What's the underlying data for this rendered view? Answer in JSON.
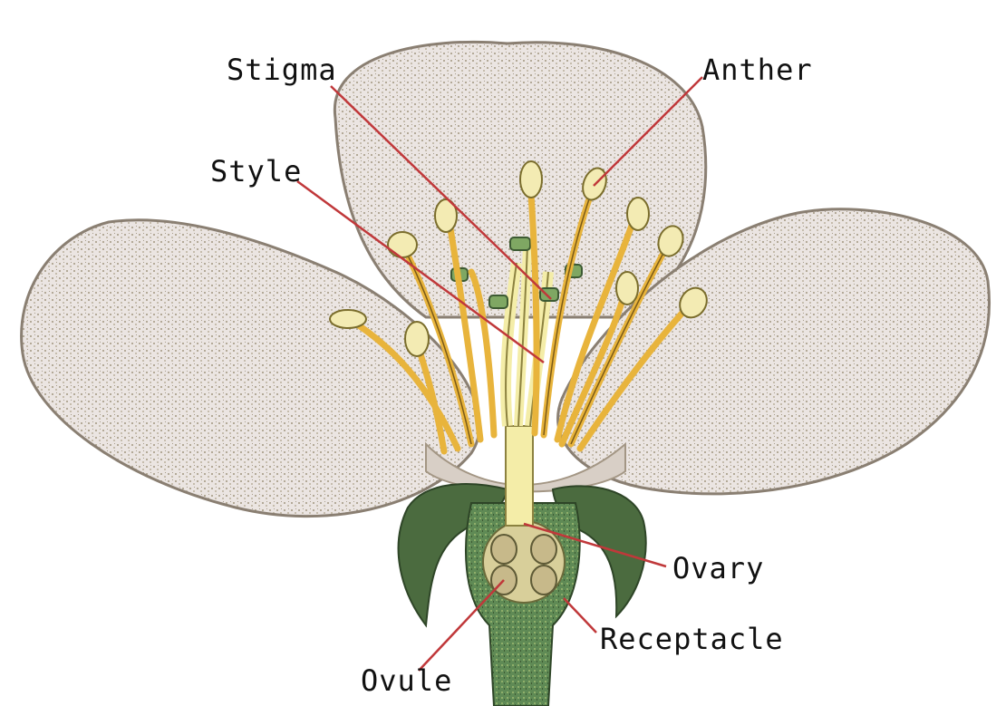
{
  "labels": {
    "stigma": "Stigma",
    "anther": "Anther",
    "style": "Style",
    "ovary": "Ovary",
    "receptacle": "Receptacle",
    "ovule": "Ovule"
  },
  "colors": {
    "petal_fill": "#ece6e4",
    "petal_outline": "#8a7f72",
    "petal_vein": "#a59a8a",
    "filament": "#e8b43c",
    "anther_fill": "#f3ebb3",
    "pistil": "#f4eda8",
    "sepal": "#4b6b3f",
    "receptacle": "#5f8a55",
    "leader_line": "#c0383a"
  }
}
